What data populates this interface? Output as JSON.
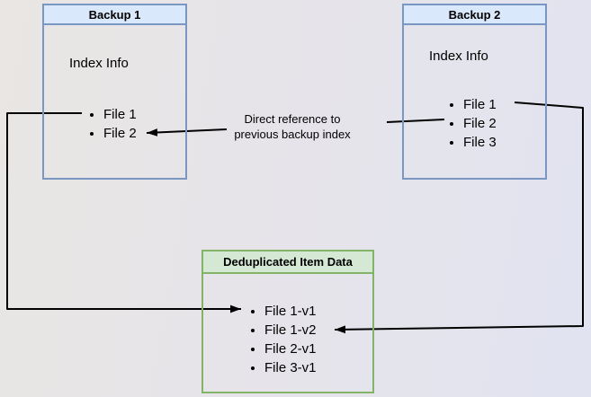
{
  "diagram": {
    "nodes": {
      "backup1": {
        "title": "Backup 1",
        "section_label": "Index Info",
        "items": [
          "File 1",
          "File 2"
        ]
      },
      "backup2": {
        "title": "Backup 2",
        "section_label": "Index Info",
        "items": [
          "File 1",
          "File 2",
          "File 3"
        ]
      },
      "dedup": {
        "title": "Deduplicated Item Data",
        "items": [
          "File 1-v1",
          "File 1-v2",
          "File 2-v1",
          "File 3-v1"
        ]
      }
    },
    "annotation": {
      "line1": "Direct reference to",
      "line2": "previous backup index"
    },
    "colors": {
      "blue_header_fill": "#dae8fc",
      "blue_border": "#7a96c2",
      "green_header_fill": "#d5e8d4",
      "green_border": "#82b366",
      "connector": "#000000"
    }
  }
}
